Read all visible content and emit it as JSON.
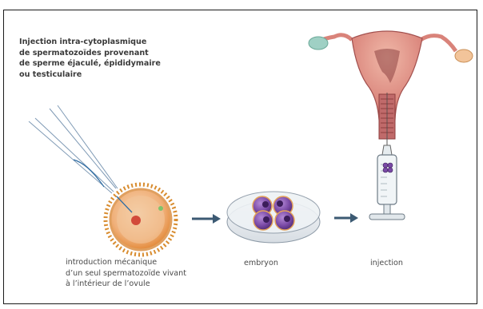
{
  "title_lines": [
    "Injection intra-cytoplasmique",
    "de spermatozoïdes provenant",
    "de sperme éjaculé, épididymaire",
    "ou testiculaire"
  ],
  "steps": [
    {
      "caption_lines": [
        "introduction mécanique",
        "d’un seul spermatozoïde vivant",
        "à l’intérieur de l’ovule"
      ]
    },
    {
      "caption_lines": [
        "embryon"
      ]
    },
    {
      "caption_lines": [
        "injection"
      ]
    }
  ],
  "colors": {
    "frame": "#1a1a1a",
    "arrow": "#3c5a73",
    "text": "#4a4a4a",
    "uterus": "#c06a6a",
    "cell": "#6a3f8f",
    "ovule": "#f0a54a"
  }
}
